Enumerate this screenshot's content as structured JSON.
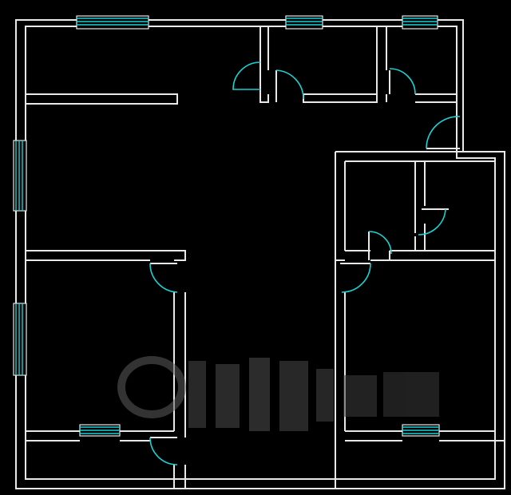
{
  "canvas": {
    "background": "#000000"
  },
  "colors": {
    "wall": "#e8e8e8",
    "window": "#19d3d6",
    "door_arc": "#19d3d6"
  },
  "plan": {
    "wall_color_name": "white-lines",
    "fixture_color_name": "cyan-lines",
    "windows_count": 7,
    "doors_count": 9
  },
  "watermark": {
    "text": "",
    "kind": "blurred-logo"
  }
}
